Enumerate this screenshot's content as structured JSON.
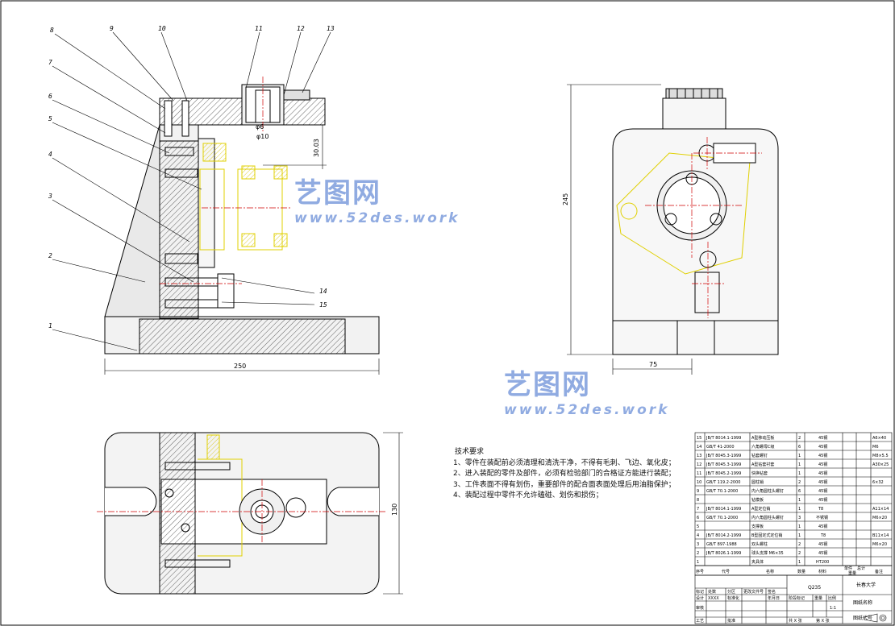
{
  "part_labels": [
    "8",
    "9",
    "10",
    "11",
    "12",
    "13",
    "7",
    "6",
    "5",
    "4",
    "3",
    "2",
    "1",
    "14",
    "15"
  ],
  "dimensions": {
    "width_250": "250",
    "height_245": "245",
    "width_75": "75",
    "height_130": "130",
    "dim_30": "30.03",
    "dim_phi": "φ6",
    "dim_phi2": "φ10"
  },
  "notes": {
    "title": "技术要求",
    "items": [
      "1、零件在装配前必须清理和清洗干净，不得有毛刺、飞边、氧化皮；",
      "2、进入装配的零件及部件，必须有检验部门的合格证方能进行装配；",
      "3、工件表面不得有划伤，重要部件的配合面表面处理后用油脂保护；",
      "4、装配过程中零件不允许磕碰、划伤和损伤；"
    ]
  },
  "watermark": {
    "cn": "艺图网",
    "url": "www.52des.work"
  },
  "bom": [
    [
      "15",
      "JB/T 8014.1-1999",
      "A型移动压板",
      "2",
      "45钢",
      "",
      "A6×40"
    ],
    [
      "14",
      "GB/T 41-2000",
      "六角螺母C级",
      "6",
      "45钢",
      "",
      "M6"
    ],
    [
      "13",
      "JB/T 8045.3-1999",
      "钻套螺钉",
      "1",
      "45钢",
      "",
      "M8×5.5"
    ],
    [
      "12",
      "JB/T 8045.3-1999",
      "A型钻套衬套",
      "1",
      "45钢",
      "",
      "A30×25"
    ],
    [
      "11",
      "JB/T 8045.2-1999",
      "快换钻套",
      "1",
      "45钢",
      "",
      ""
    ],
    [
      "10",
      "GB/T 119.2-2000",
      "圆柱销",
      "2",
      "45钢",
      "",
      "6×32"
    ],
    [
      "9",
      "GB/T 70.1-2000",
      "内六角圆柱头螺钉",
      "6",
      "45钢",
      "",
      ""
    ],
    [
      "8",
      "",
      "钻模板",
      "1",
      "45钢",
      "",
      ""
    ],
    [
      "7",
      "JB/T 8014.1-1999",
      "A型定位销",
      "1",
      "T8",
      "",
      "A11×14"
    ],
    [
      "6",
      "GB/T 70.1-2000",
      "内六角圆柱头螺钉",
      "3",
      "不锈钢",
      "",
      "M6×20"
    ],
    [
      "5",
      "",
      "支撑板",
      "1",
      "45钢",
      "",
      ""
    ],
    [
      "4",
      "JB/T 8014.2-1999",
      "B型固定式定位销",
      "1",
      "T8",
      "",
      "B11×14"
    ],
    [
      "3",
      "GB/T 897-1988",
      "双头螺柱",
      "2",
      "45钢",
      "",
      "M6×20"
    ],
    [
      "2",
      "JB/T 8026.1-1999",
      "球头支撑 M6×35",
      "2",
      "45钢",
      "",
      ""
    ],
    [
      "1",
      "",
      "夹具体",
      "1",
      "HT200",
      "",
      ""
    ]
  ],
  "bom_header": [
    "序号",
    "代号",
    "名称",
    "数量",
    "材料",
    "单件",
    "总计",
    "备注"
  ],
  "bom_header_weight": "重量",
  "title_block": {
    "material": "Q235",
    "school": "长春大学",
    "drawing_name": "图纸名称",
    "drawing_code": "图纸代号",
    "scale_label": "比例",
    "scale": "1:1",
    "weight_label": "重量",
    "stage_label": "阶段标记",
    "designer_label": "设计",
    "designer": "XXXX",
    "std_label": "标准化",
    "review_label": "审核",
    "process_label": "工艺",
    "approve_label": "批准",
    "sheet_total": "共 X 张",
    "sheet_no": "第 X 张",
    "mark_label": "标记",
    "count_label": "处数",
    "zone_label": "分区",
    "doc_label": "更改文件号",
    "sign_label": "签名",
    "date_label": "年月日"
  }
}
